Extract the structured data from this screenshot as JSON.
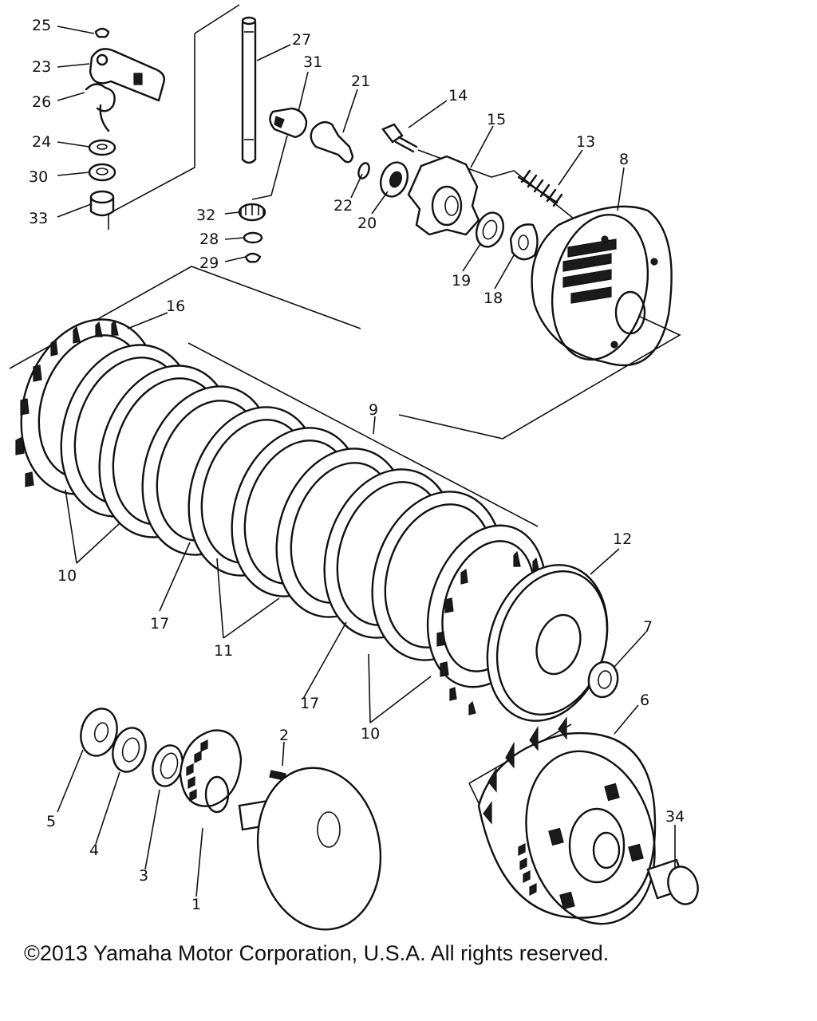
{
  "diagram": {
    "callouts": [
      {
        "id": "25",
        "text": "25"
      },
      {
        "id": "23",
        "text": "23"
      },
      {
        "id": "26",
        "text": "26"
      },
      {
        "id": "24",
        "text": "24"
      },
      {
        "id": "30",
        "text": "30"
      },
      {
        "id": "33",
        "text": "33"
      },
      {
        "id": "27",
        "text": "27"
      },
      {
        "id": "31",
        "text": "31"
      },
      {
        "id": "21",
        "text": "21"
      },
      {
        "id": "14",
        "text": "14"
      },
      {
        "id": "15",
        "text": "15"
      },
      {
        "id": "13",
        "text": "13"
      },
      {
        "id": "8",
        "text": "8"
      },
      {
        "id": "22",
        "text": "22"
      },
      {
        "id": "20",
        "text": "20"
      },
      {
        "id": "32",
        "text": "32"
      },
      {
        "id": "28",
        "text": "28"
      },
      {
        "id": "29",
        "text": "29"
      },
      {
        "id": "19",
        "text": "19"
      },
      {
        "id": "18",
        "text": "18"
      },
      {
        "id": "16",
        "text": "16"
      },
      {
        "id": "9",
        "text": "9"
      },
      {
        "id": "10a",
        "text": "10"
      },
      {
        "id": "17a",
        "text": "17"
      },
      {
        "id": "11",
        "text": "11"
      },
      {
        "id": "12",
        "text": "12"
      },
      {
        "id": "17b",
        "text": "17"
      },
      {
        "id": "7",
        "text": "7"
      },
      {
        "id": "10b",
        "text": "10"
      },
      {
        "id": "6",
        "text": "6"
      },
      {
        "id": "2",
        "text": "2"
      },
      {
        "id": "5",
        "text": "5"
      },
      {
        "id": "4",
        "text": "4"
      },
      {
        "id": "3",
        "text": "3"
      },
      {
        "id": "1",
        "text": "1"
      },
      {
        "id": "34",
        "text": "34"
      }
    ]
  },
  "footer": {
    "copyright": "©2013 Yamaha Motor Corporation, U.S.A. All rights reserved."
  }
}
